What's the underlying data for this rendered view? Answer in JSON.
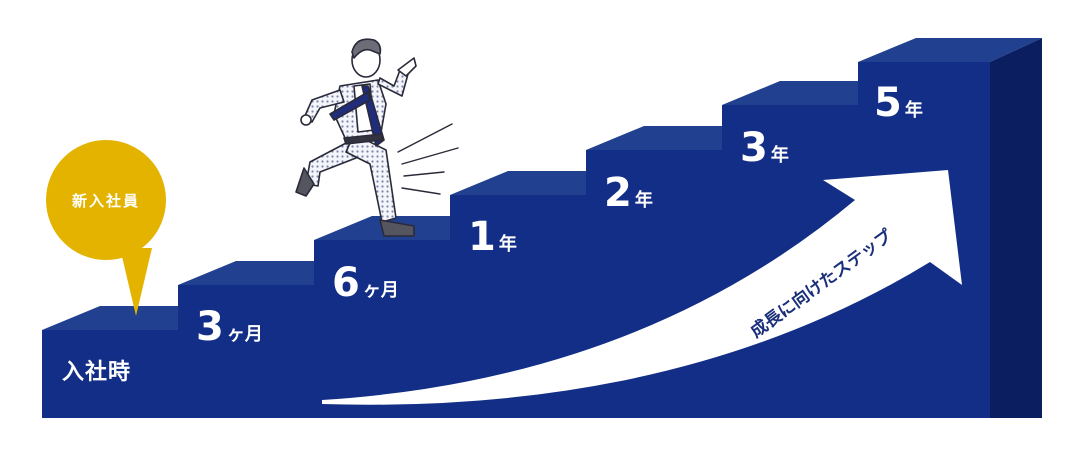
{
  "bubble": {
    "text": "新入社員",
    "color": "#e3b300"
  },
  "start_label": "入社時",
  "arrow_text": "成長に向けたステップ",
  "steps": [
    {
      "num": "3",
      "unit": "ヶ月"
    },
    {
      "num": "6",
      "unit": "ヶ月"
    },
    {
      "num": "1",
      "unit": "年"
    },
    {
      "num": "2",
      "unit": "年"
    },
    {
      "num": "3",
      "unit": "年"
    },
    {
      "num": "5",
      "unit": "年"
    }
  ],
  "colors": {
    "stair_front": "#132e86",
    "stair_top": "#21408f",
    "stair_side": "#0a1e60",
    "arrow": "#ffffff"
  },
  "illustration": {
    "subject": "businessman-running-up-stairs"
  }
}
